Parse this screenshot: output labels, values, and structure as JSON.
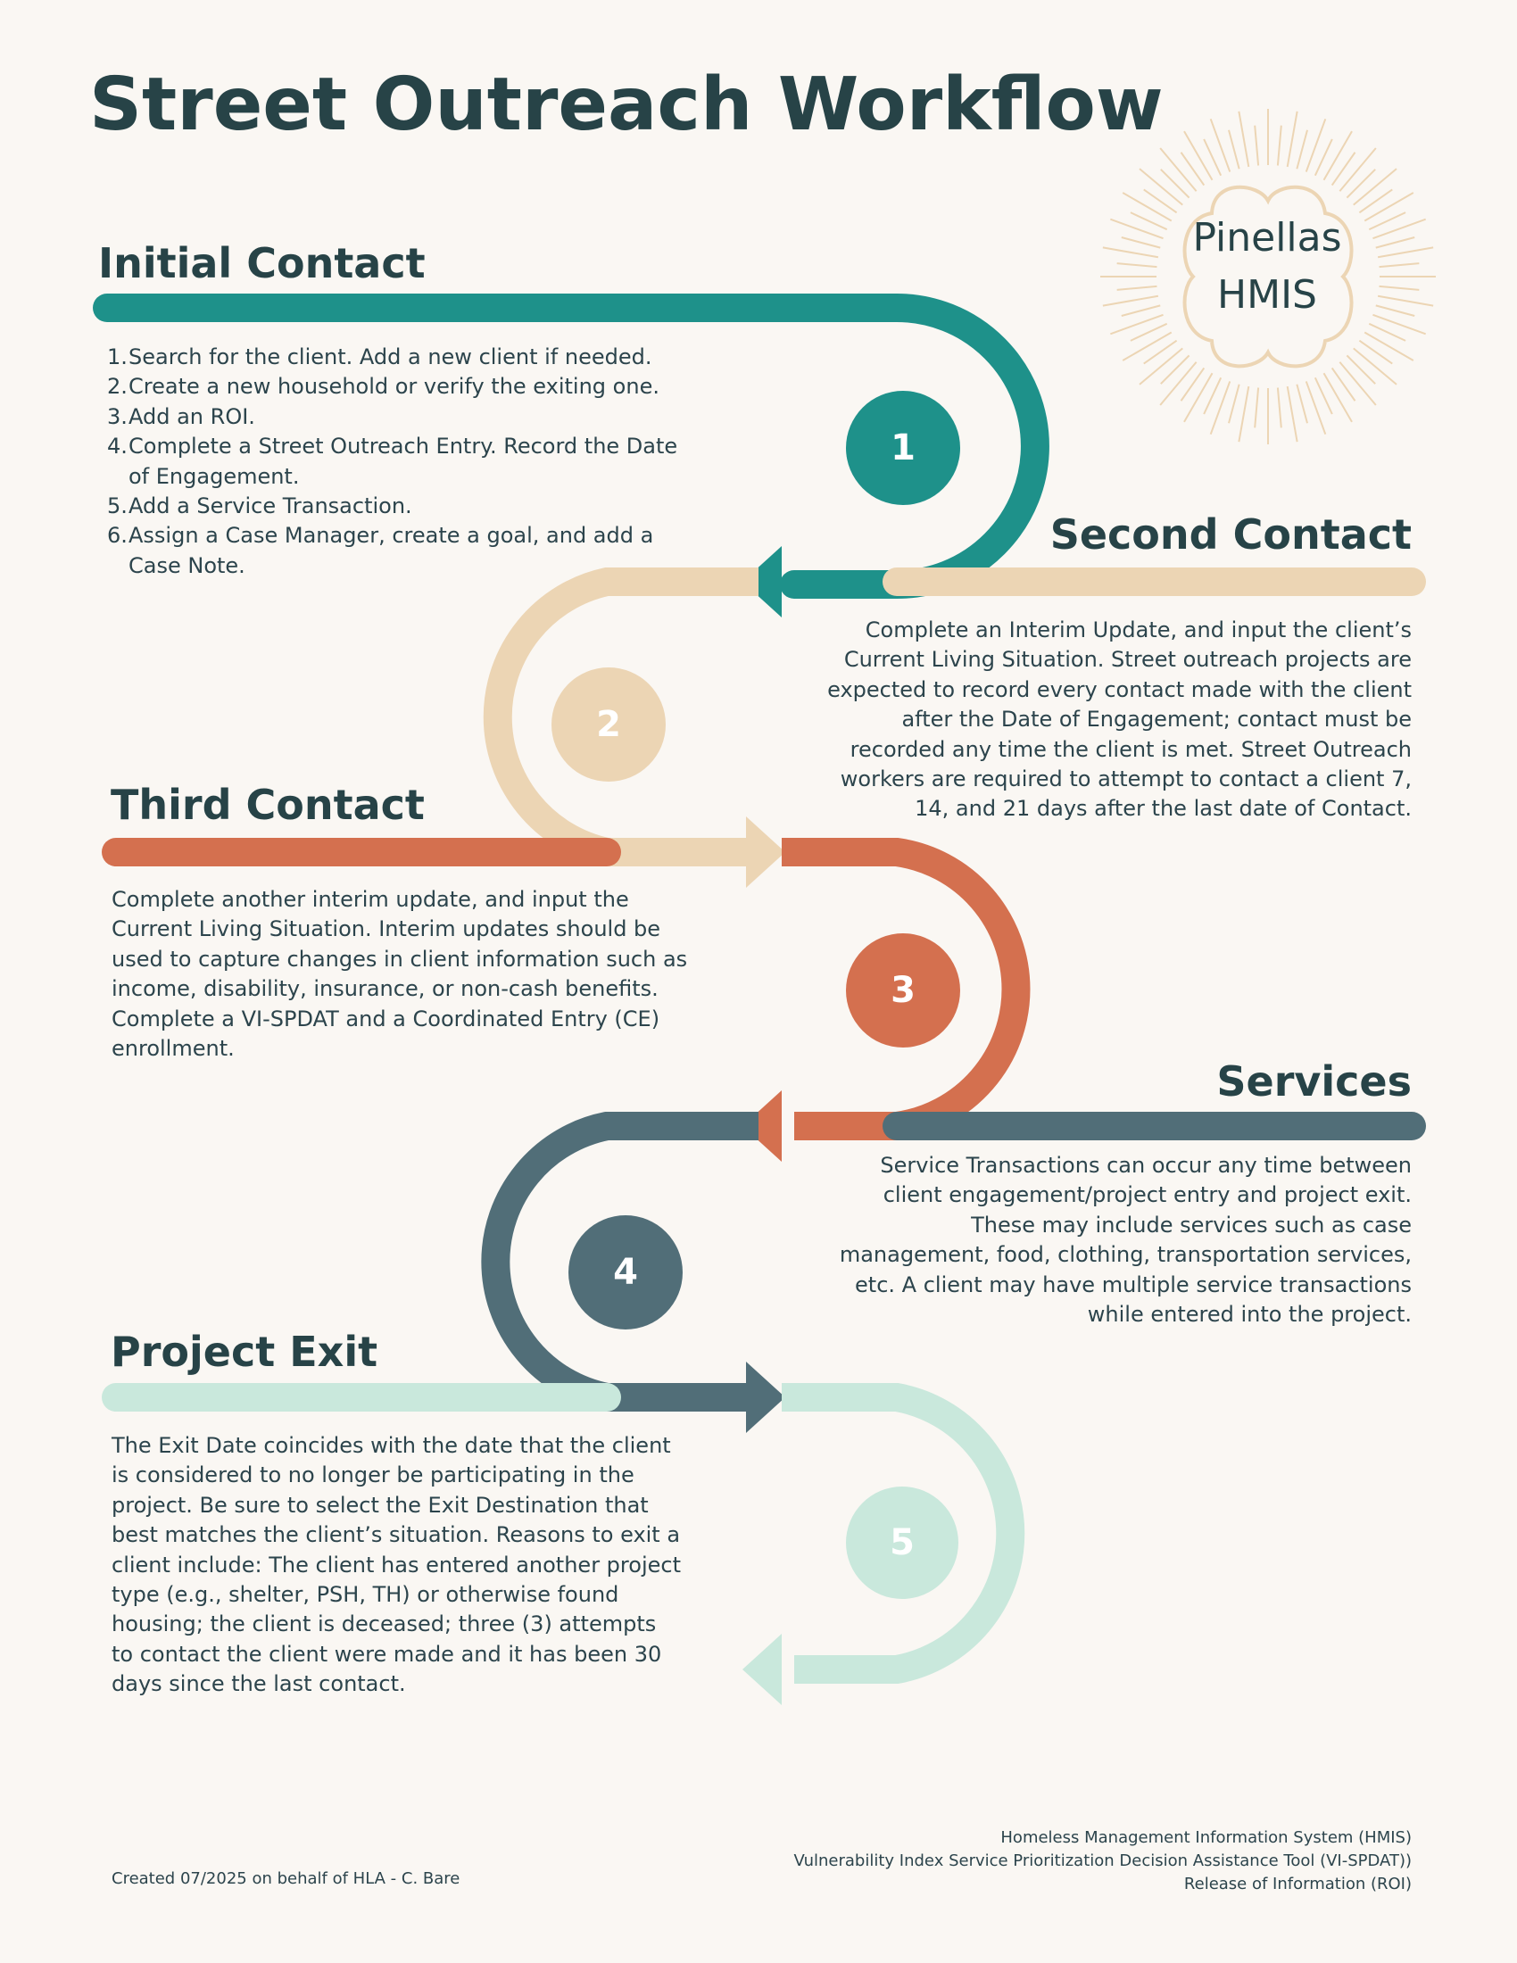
{
  "title": "Street Outreach Workflow",
  "badge": {
    "line1": "Pinellas",
    "line2": "HMIS"
  },
  "colors": {
    "teal": "#1e918a",
    "sand": "#ecd5b4",
    "coral": "#d4704f",
    "slate": "#516e78",
    "mint": "#c9e8dc",
    "badge_rays": "#ecd5b4",
    "heading": "#274347"
  },
  "sections": {
    "initial": {
      "heading": "Initial Contact",
      "number": "1",
      "steps": [
        {
          "num": "1.",
          "text": "Search for the client. Add a new client if needed."
        },
        {
          "num": "2.",
          "text": "Create a new household or verify the exiting one."
        },
        {
          "num": "3.",
          "text": "Add an ROI."
        },
        {
          "num": "4.",
          "text": "Complete a Street Outreach Entry. Record the Date of Engagement."
        },
        {
          "num": "5.",
          "text": "Add a Service Transaction."
        },
        {
          "num": "6.",
          "text": "Assign a Case Manager, create a goal, and add a Case Note."
        }
      ]
    },
    "second": {
      "heading": "Second Contact",
      "number": "2",
      "body": "Complete an Interim Update, and input the client’s Current Living Situation. Street outreach projects are expected to record every contact made with the client after the Date of Engagement; contact must be recorded any time the client is met. Street Outreach workers are required to attempt to contact a client 7, 14, and 21 days after the last date of Contact."
    },
    "third": {
      "heading": "Third Contact",
      "number": "3",
      "body": "Complete another interim update, and input the Current Living Situation. Interim updates should be used to capture changes in client information such as income, disability, insurance, or non-cash benefits. Complete a VI-SPDAT and a Coordinated Entry (CE) enrollment."
    },
    "services": {
      "heading": "Services",
      "number": "4",
      "body": "Service Transactions can occur any time between client engagement/project entry and project exit. These may include services such as case management, food, clothing, transportation services, etc. A client may have multiple service transactions while entered into the project."
    },
    "exit": {
      "heading": "Project Exit",
      "number": "5",
      "body": "The Exit Date coincides with the date that the client is considered to no longer be participating in the project. Be sure to select the Exit Destination that best matches the client’s situation. Reasons to exit a client include: The client has entered another project type (e.g., shelter, PSH, TH) or otherwise found housing; the client is deceased; three (3) attempts to contact the client were made and it has been 30 days since the last contact."
    }
  },
  "footer": {
    "created": "Created 07/2025 on behalf of HLA - C. Bare",
    "glossary": [
      "Homeless Management Information System (HMIS)",
      "Vulnerability Index Service Prioritization Decision Assistance Tool (VI-SPDAT))",
      "Release of Information (ROI)"
    ]
  }
}
